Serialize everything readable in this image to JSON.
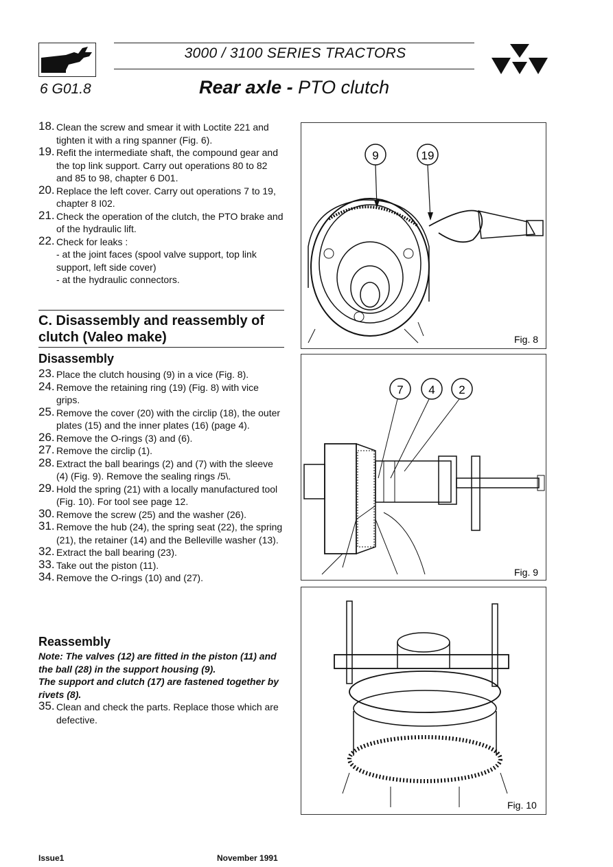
{
  "header": {
    "series": "3000 / 3100 SERIES  TRACTORS",
    "section_code": "6 G01.8",
    "title_bold": "Rear axle -",
    "title_rest": " PTO clutch"
  },
  "steps_top": [
    {
      "num": "18.",
      "text": "Clean the screw and smear it with Loctite 221 and tighten it with a ring spanner (Fig. 6)."
    },
    {
      "num": "19.",
      "text": "Refit the intermediate shaft, the compound gear and the top link support. Carry out operations 80 to 82 and 85 to 98, chapter 6 D01."
    },
    {
      "num": "20.",
      "text": "Replace the left cover. Carry out operations 7 to 19, chapter 8 I02."
    },
    {
      "num": "21.",
      "text": "Check the operation of the clutch, the PTO brake and of the hydraulic lift."
    },
    {
      "num": "22.",
      "text": "Check for leaks  :",
      "subs": [
        "- at the joint faces (spool valve support, top link support, left side cover)",
        "- at the hydraulic connectors."
      ]
    }
  ],
  "section_c": {
    "title": "C.   Disassembly and reassembly of clutch (Valeo make)"
  },
  "disassembly": {
    "heading": "Disassembly",
    "steps": [
      {
        "num": "23.",
        "text": "Place the clutch housing (9) in a vice (Fig. 8)."
      },
      {
        "num": "24.",
        "text": "Remove the retaining ring (19) (Fig. 8) with vice grips."
      },
      {
        "num": "25.",
        "text": "Remove the cover (20) with the circlip (18), the outer plates (15) and the inner plates (16) (page 4)."
      },
      {
        "num": "26.",
        "text": "Remove the O-rings (3) and (6)."
      },
      {
        "num": "27.",
        "text": "Remove the circlip (1)."
      },
      {
        "num": "28.",
        "text": "Extract the ball bearings (2) and (7) with the sleeve (4) (Fig. 9). Remove the sealing rings /5\\."
      },
      {
        "num": "29.",
        "text": "Hold the spring (21) with a locally manufactured tool (Fig. 10). For tool see page 12."
      },
      {
        "num": "30.",
        "text": "Remove the screw (25) and the washer (26)."
      },
      {
        "num": "31.",
        "text": "Remove the hub (24), the spring seat (22), the spring (21), the retainer (14) and the Belleville washer (13)."
      },
      {
        "num": "32.",
        "text": "Extract the ball bearing (23)."
      },
      {
        "num": "33.",
        "text": "Take out the piston (11)."
      },
      {
        "num": "34.",
        "text": "Remove the O-rings (10) and (27)."
      }
    ]
  },
  "reassembly": {
    "heading": "Reassembly",
    "note1": "Note: The valves (12) are fitted in the piston (11) and the ball (28) in the support housing (9).",
    "note2": "The support and clutch (17) are fastened together by rivets (8).",
    "steps": [
      {
        "num": "35.",
        "text": "Clean and check the parts. Replace those which are defective."
      }
    ]
  },
  "figures": {
    "fig8": {
      "label": "Fig. 8",
      "callouts": [
        "9",
        "19"
      ]
    },
    "fig9": {
      "label": "Fig. 9",
      "callouts": [
        "7",
        "4",
        "2"
      ]
    },
    "fig10": {
      "label": "Fig. 10"
    }
  },
  "footer": {
    "issue": "Issue1",
    "date": "November 1991"
  }
}
